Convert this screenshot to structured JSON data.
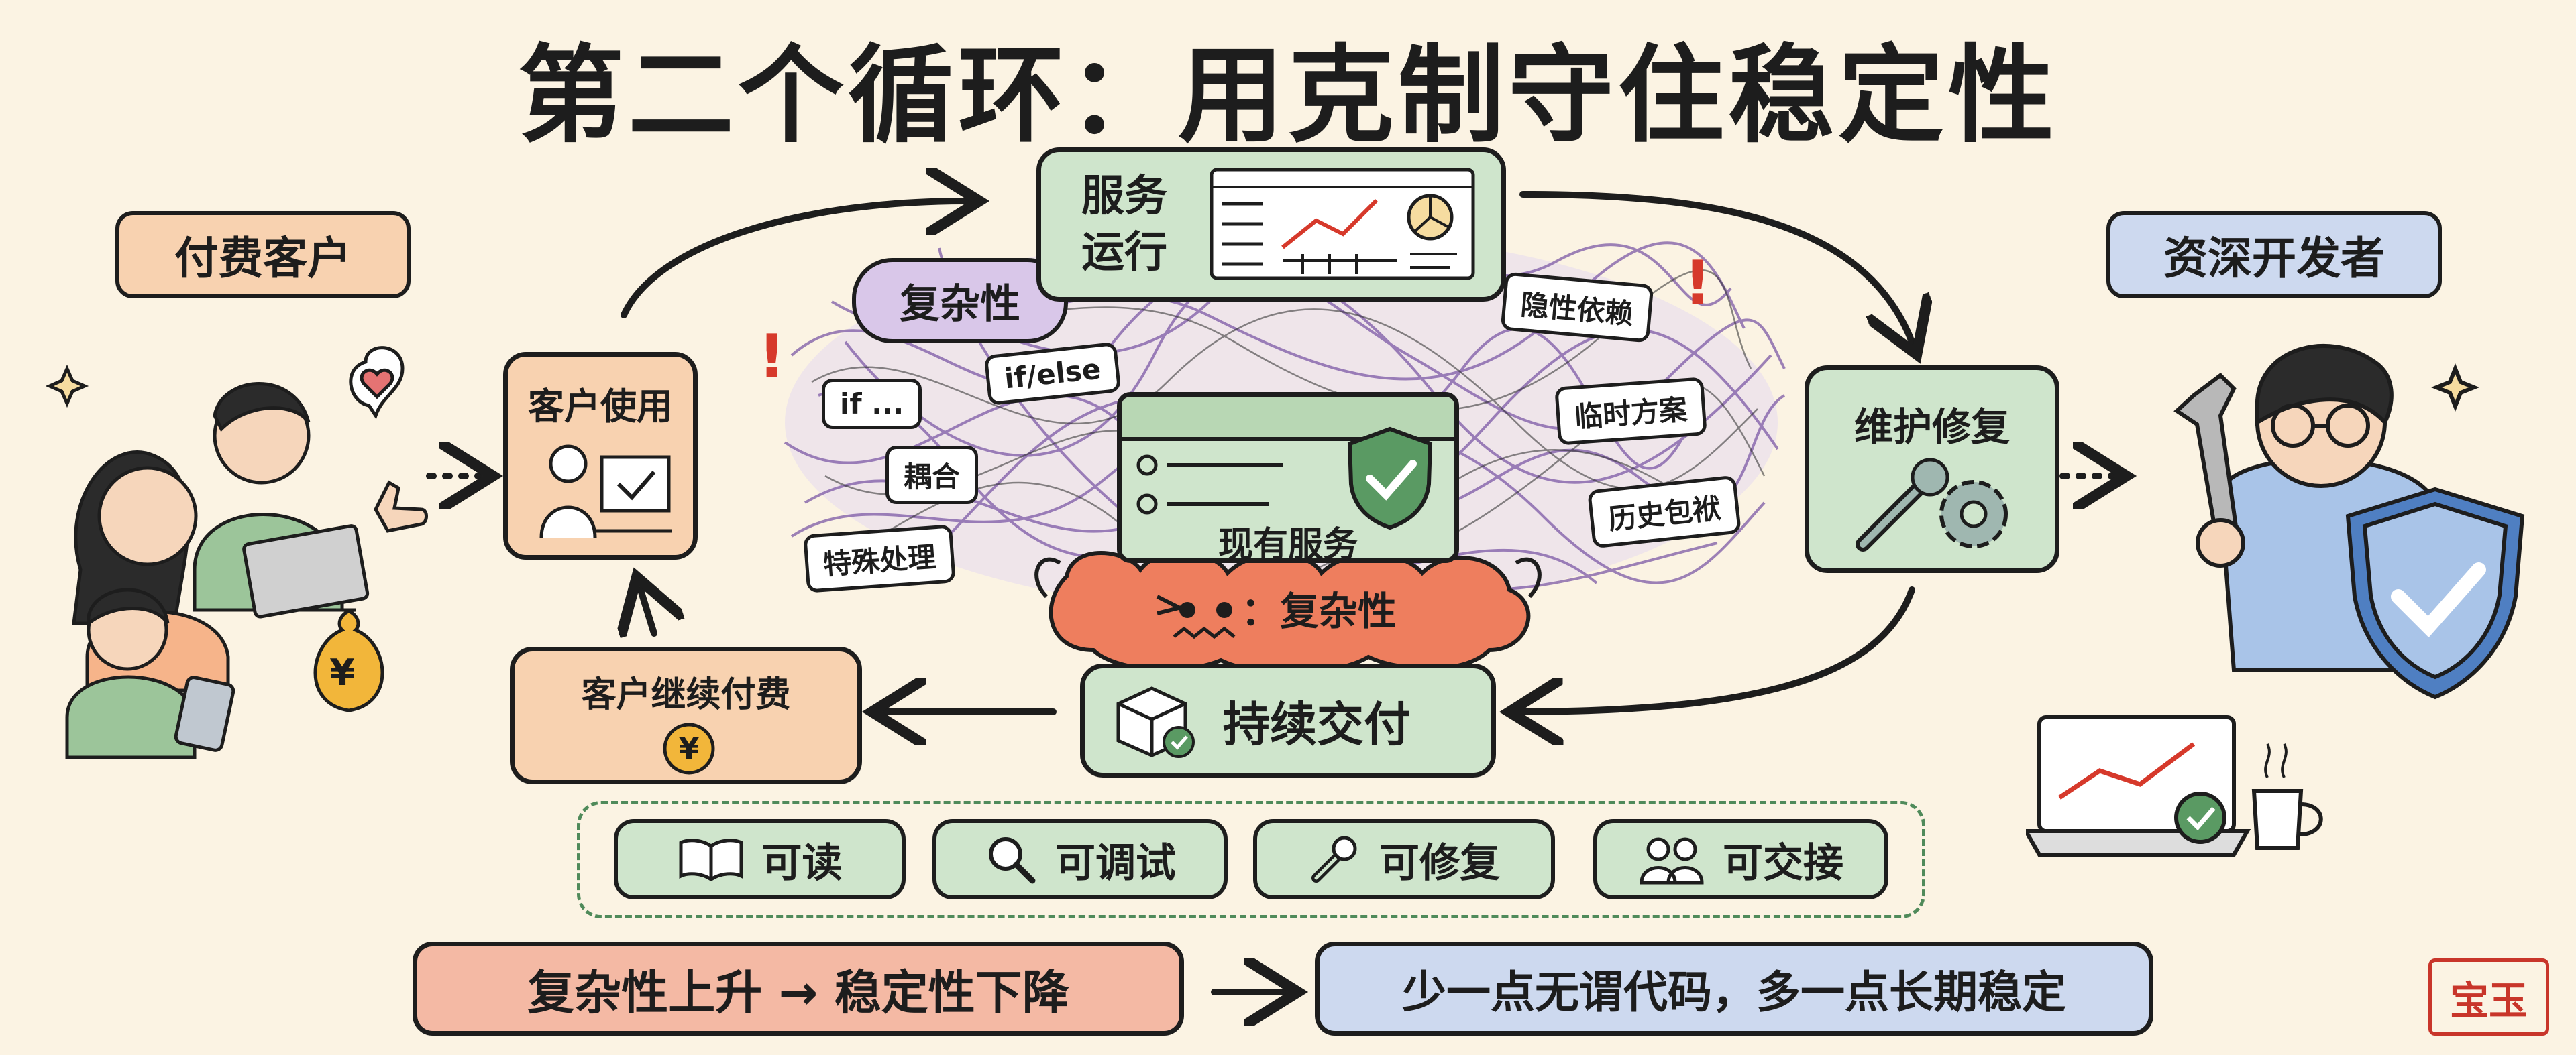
{
  "title": "第二个循环：用克制守住稳定性",
  "left_label": "付费客户",
  "right_label": "资深开发者",
  "nodes": {
    "customer_use": "客户使用",
    "service_run_line1": "服务",
    "service_run_line2": "运行",
    "maintain": "维护修复",
    "continuous_delivery": "持续交付",
    "keep_paying": "客户继续付费"
  },
  "complexity_cloud": "复杂性",
  "tags": [
    "if ...",
    "if/else",
    "耦合",
    "特殊处理",
    "隐性依赖",
    "临时方案",
    "历史包袱"
  ],
  "existing_service": "现有服务",
  "monster_label": "：复杂性",
  "qualities": [
    {
      "label": "可读",
      "icon": "book-icon"
    },
    {
      "label": "可调试",
      "icon": "magnifier-icon"
    },
    {
      "label": "可修复",
      "icon": "wrench-icon"
    },
    {
      "label": "可交接",
      "icon": "people-icon"
    }
  ],
  "bottom_left": "复杂性上升 → 稳定性下降",
  "bottom_right": "少一点无谓代码，多一点长期稳定",
  "seal": "宝玉",
  "colors": {
    "orange": "#f8d2b0",
    "green": "#cfe5cc",
    "blue": "#cdd9ef",
    "purple": "#d9c7e9",
    "red": "#f4b9a4",
    "gold": "#f2b63a"
  }
}
